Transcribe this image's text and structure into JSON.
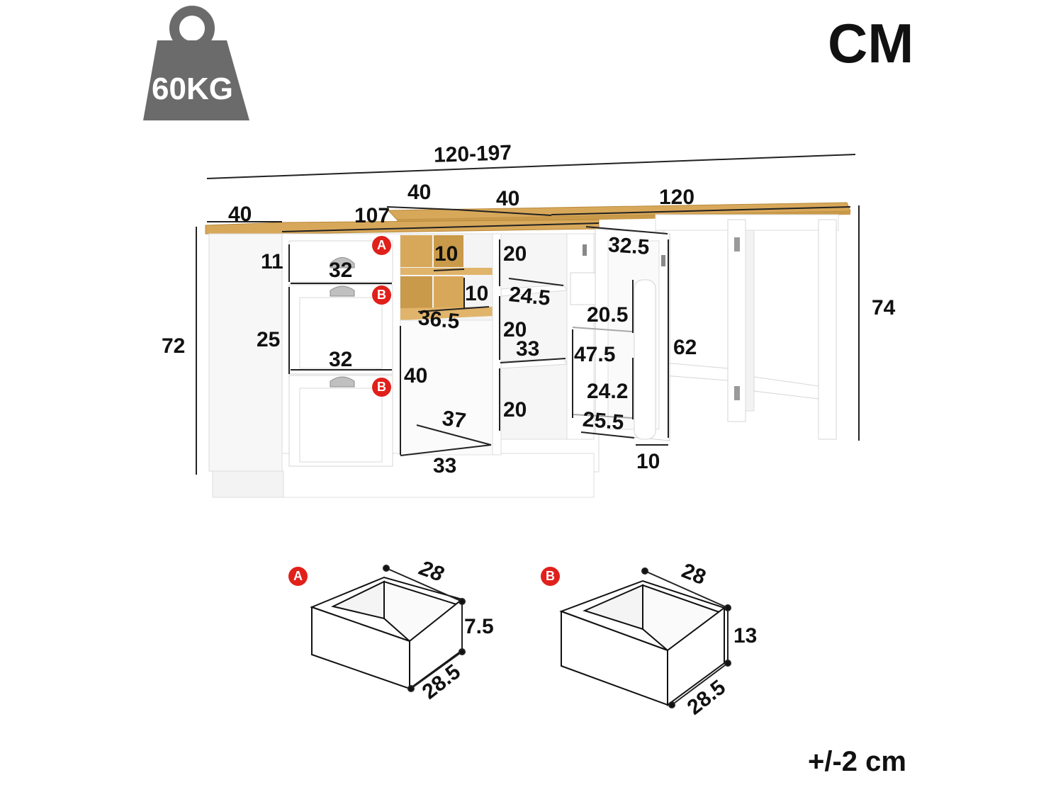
{
  "unit_label": "CM",
  "tolerance_label": "+/-2 cm",
  "weight": {
    "label": "60KG",
    "icon": "weight-icon"
  },
  "colors": {
    "wood": "#d8a85a",
    "wood_dark": "#b98a3c",
    "panel": "#ffffff",
    "edge": "#d9d9d9",
    "badge": "#e0201b",
    "text": "#111111",
    "weight_icon": "#6b6b6b"
  },
  "dimensions": {
    "total_length": "120-197",
    "left_depth": "40",
    "cabinet_length": "107",
    "rotating_depth": "40",
    "desk_depth": "40",
    "desk_length": "120",
    "cabinet_height": "72",
    "desk_height": "74",
    "door_height": "62",
    "drawer_a_height": "11",
    "drawer_a_width": "32",
    "drawer_b_height": "25",
    "drawer_b_width": "32",
    "cube_width": "10",
    "cube_height": "10",
    "cube_depth": "36.5",
    "open_height": "40",
    "open_diag": "37",
    "open_width": "33",
    "shelf_top_height": "20",
    "shelf_top_depth": "24.5",
    "shelf_mid_height": "20",
    "shelf_mid_width": "33",
    "shelf_bottom_height": "20",
    "door_width": "32.5",
    "door_rack_height": "20.5",
    "door_inner_height": "47.5",
    "door_lower_height": "24.2",
    "door_lower_width": "25.5",
    "door_depth": "10"
  },
  "markers": {
    "a": "A",
    "b": "B"
  },
  "drawers": [
    {
      "id": "A",
      "top": "28",
      "height": "7.5",
      "depth": "28.5"
    },
    {
      "id": "B",
      "top": "28",
      "height": "13",
      "depth": "28.5"
    }
  ]
}
